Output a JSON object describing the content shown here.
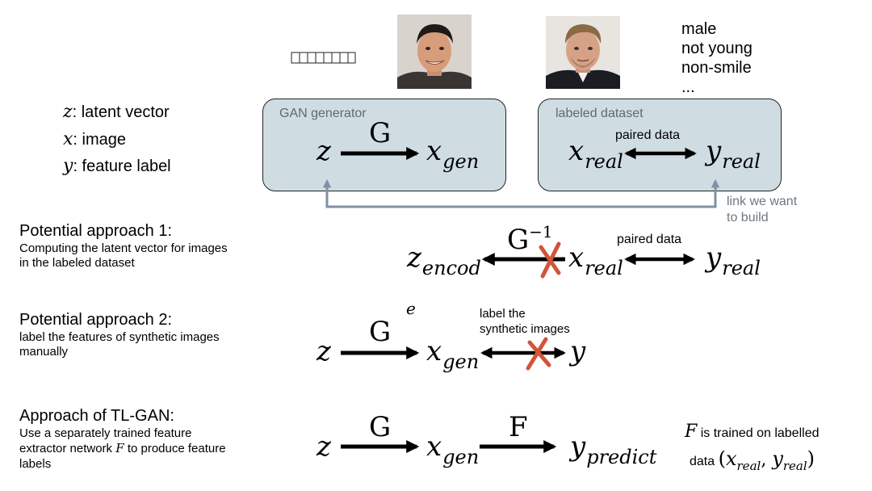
{
  "legend": [
    {
      "symbol": "z",
      "text": ": latent vector"
    },
    {
      "symbol": "x",
      "text": ": image"
    },
    {
      "symbol": "y",
      "text": ": feature label"
    }
  ],
  "top": {
    "generator_box_label": "GAN generator",
    "dataset_box_label": "labeled dataset",
    "G": "G",
    "z": "z",
    "x_gen": "x",
    "gen_sub": "gen",
    "x_real": "x",
    "y_real": "y",
    "real_sub": "real",
    "paired_data": "paired data",
    "attributes": [
      "male",
      "not young",
      "non-smile",
      "..."
    ],
    "link_text": [
      "link we want",
      "to build"
    ]
  },
  "approach1": {
    "heading": "Potential approach 1:",
    "lines": [
      "Computing the latent vector for images",
      "in the labeled dataset"
    ],
    "G": "G",
    "inverse": "−1",
    "z": "z",
    "encod_sub": "encod",
    "x": "x",
    "real_sub": "real",
    "paired_data": "paired data",
    "y": "y",
    "real_sub2": "real"
  },
  "approach2": {
    "heading": "Potential approach 2:",
    "lines": [
      "label the features of synthetic images",
      "manually"
    ],
    "stray_mark": "e",
    "G": "G",
    "z": "z",
    "x": "x",
    "gen_sub": "gen",
    "label_text": [
      "label the",
      "synthetic images"
    ],
    "y": "y"
  },
  "approach3": {
    "heading": "Approach of TL-GAN:",
    "lines": [
      "Use a separately trained feature",
      "extractor network",
      "to produce feature",
      "labels"
    ],
    "F_inline": "F",
    "G": "G",
    "F": "F",
    "z": "z",
    "x": "x",
    "gen_sub": "gen",
    "y": "y",
    "predict_sub": "predict",
    "note_F": "F",
    "note_line1": "is trained on labelled",
    "note_line2": "data",
    "note_open": "(",
    "note_x": "x",
    "note_real1": "real",
    "note_comma": ", ",
    "note_y": "y",
    "note_real2": "real",
    "note_close": ")"
  },
  "colors": {
    "box_fill": "#cfdde3",
    "link_arrow": "#8090a6",
    "cross": "#d0553a"
  }
}
